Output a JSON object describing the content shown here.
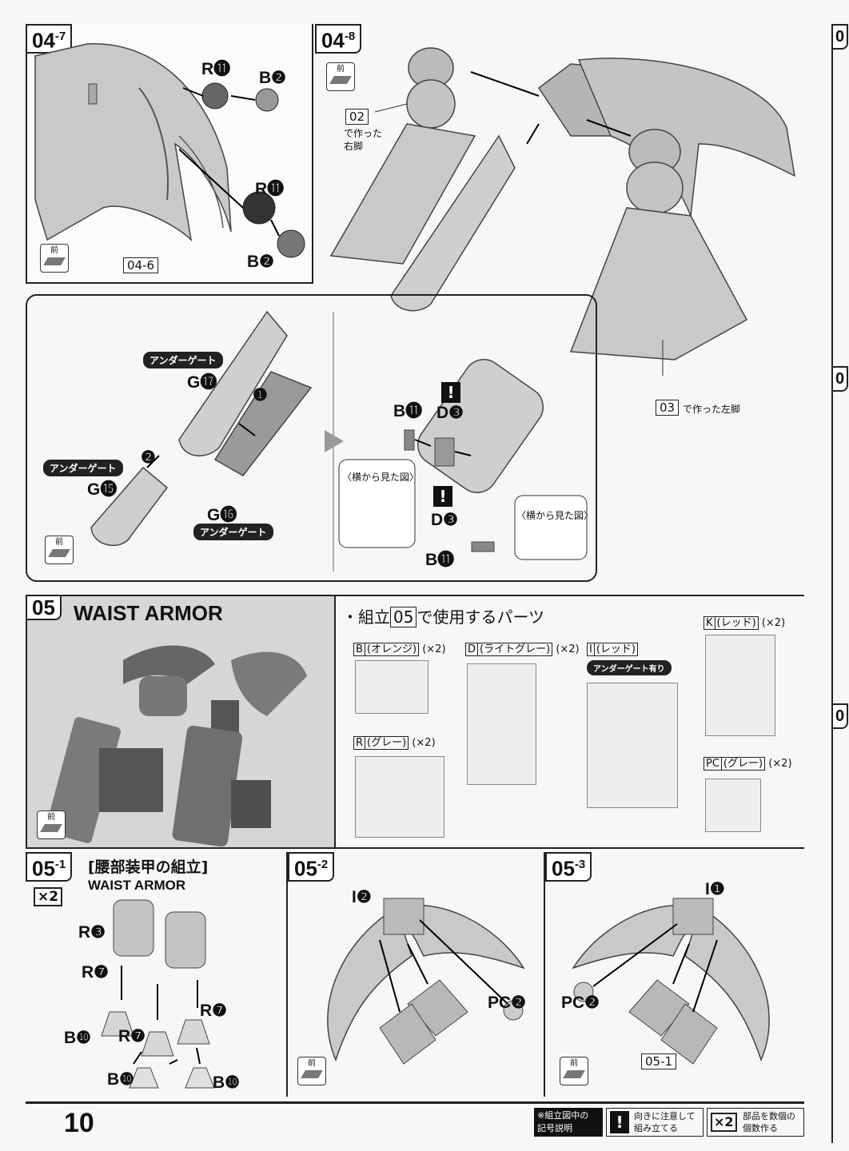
{
  "page_number": "10",
  "front_label": "前",
  "step_04_7": {
    "tag": "04",
    "sub": "-7",
    "parts": [
      "R⓫",
      "B❷",
      "R⓫",
      "B❷"
    ],
    "ref": "04-6"
  },
  "step_04_8": {
    "tag": "04",
    "sub": "-8",
    "ref_right_leg_box": "02",
    "ref_right_leg_text1": "で作った",
    "ref_right_leg_text2": "右脚",
    "ref_left_leg_box": "03",
    "ref_left_leg_text": "で作った左脚"
  },
  "step_leg_armor": {
    "under_gate": "アンダーゲート",
    "g17": "G⓱",
    "g15": "G⓯",
    "g16": "G⓰",
    "num1": "❶",
    "num2": "❷",
    "b11_a": "B⓫",
    "d3_a": "D❸",
    "side_view": "〈横から見た図〉",
    "d3_b": "D❸",
    "b11_b": "B⓫",
    "side_view_b": "〈横から見た図〉",
    "caution": "!"
  },
  "step_05": {
    "tag": "05",
    "title": "WAIST ARMOR",
    "parts_used_prefix": "・組立",
    "parts_used_box": "05",
    "parts_used_suffix": "で使用するパーツ",
    "runners": [
      {
        "box": "B",
        "name": "(オレンジ)",
        "count": "(×2)"
      },
      {
        "box": "D",
        "name": "(ライトグレー)",
        "count": "(×2)"
      },
      {
        "box": "I",
        "name": "(レッド)",
        "note": "アンダーゲート有り"
      },
      {
        "box": "K",
        "name": "(レッド)",
        "count": "(×2)"
      },
      {
        "box": "R",
        "name": "(グレー)",
        "count": "(×2)"
      },
      {
        "box": "PC",
        "name": "(グレー)",
        "count": "(×2)"
      }
    ]
  },
  "step_05_1": {
    "tag": "05",
    "sub": "-1",
    "title": "[腰部装甲の組立]",
    "subtitle": "WAIST ARMOR",
    "qty": "×2",
    "parts": [
      "R❸",
      "R❼",
      "R❼",
      "R❼",
      "B❿",
      "B❿",
      "B❿"
    ]
  },
  "step_05_2": {
    "tag": "05",
    "sub": "-2",
    "parts": [
      "I❷",
      "PC❷"
    ]
  },
  "step_05_3": {
    "tag": "05",
    "sub": "-3",
    "parts": [
      "I❶",
      "PC❷"
    ],
    "ref": "05-1"
  },
  "legend": {
    "title1": "※組立図中の",
    "title2": "記号説明",
    "caution_text1": "向きに注意して",
    "caution_text2": "組み立てる",
    "qty_symbol": "×2",
    "qty_text1": "部品を数個の",
    "qty_text2": "個数作る"
  },
  "next_page_tags": [
    "0",
    "0",
    "0"
  ]
}
